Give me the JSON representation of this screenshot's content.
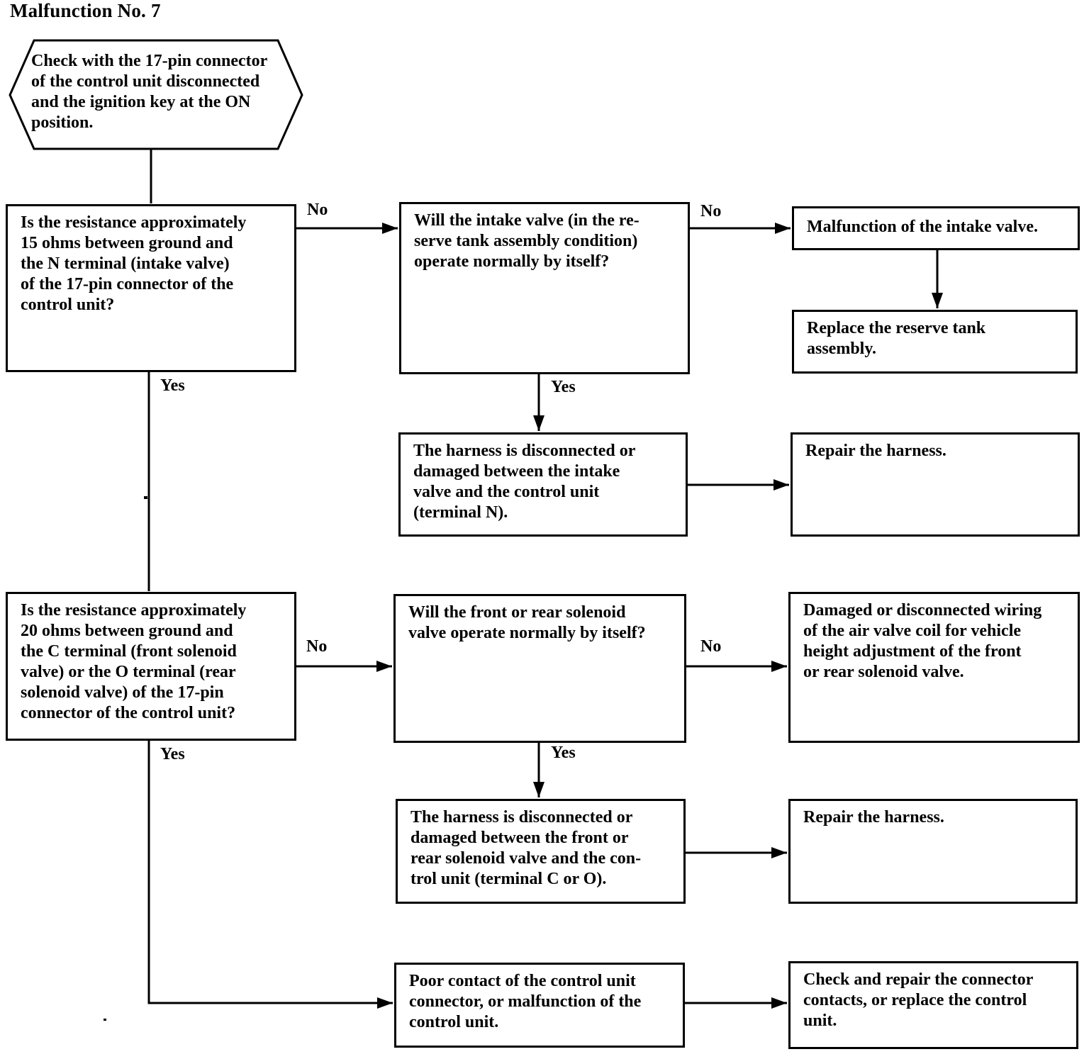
{
  "page": {
    "title": "Malfunction No. 7"
  },
  "flowchart": {
    "nodes": {
      "start": {
        "text": "Check with the 17-pin connector\nof the control unit disconnected\nand the ignition key at the ON\nposition."
      },
      "q_resistance_15": {
        "text": "Is the resistance approximately\n15 ohms between ground and\nthe N terminal (intake valve)\nof the 17-pin connector of the\ncontrol unit?"
      },
      "q_intake_valve": {
        "text": "Will the intake valve (in the re-\nserve tank assembly condition)\noperate normally by itself?"
      },
      "r_malfunction_intake": {
        "text": "Malfunction of the intake valve."
      },
      "r_replace_tank": {
        "text": "Replace the reserve tank\nassembly."
      },
      "h_harness_intake": {
        "text": "The harness is disconnected or\ndamaged between the intake\nvalve and the control unit\n(terminal N)."
      },
      "a_repair_harness_1": {
        "text": "Repair the harness."
      },
      "q_resistance_20": {
        "text": "Is the resistance approximately\n20 ohms between ground and\nthe C terminal (front solenoid\nvalve) or the O terminal (rear\nsolenoid valve) of the 17-pin\nconnector of the control unit?"
      },
      "q_solenoid_valve": {
        "text": "Will the front or rear solenoid\nvalve operate normally by itself?"
      },
      "r_damaged_wiring": {
        "text": "Damaged or disconnected wiring\nof the air valve coil for vehicle\nheight adjustment of the front\nor rear solenoid valve."
      },
      "h_harness_solenoid": {
        "text": "The harness is disconnected or\ndamaged between the front or\nrear solenoid valve and the con-\ntrol unit (terminal C or O)."
      },
      "a_repair_harness_2": {
        "text": "Repair the harness."
      },
      "r_poor_contact": {
        "text": "Poor contact of the control unit\nconnector, or malfunction of the\ncontrol unit."
      },
      "a_check_connector": {
        "text": "Check and repair the connector\ncontacts, or replace the control\nunit."
      }
    },
    "edge_labels": {
      "q1_no": "No",
      "q1_yes": "Yes",
      "q2_no": "No",
      "q2_yes": "Yes",
      "q3_no": "No",
      "q3_yes": "Yes",
      "q4_no": "No",
      "q4_yes": "Yes"
    }
  }
}
